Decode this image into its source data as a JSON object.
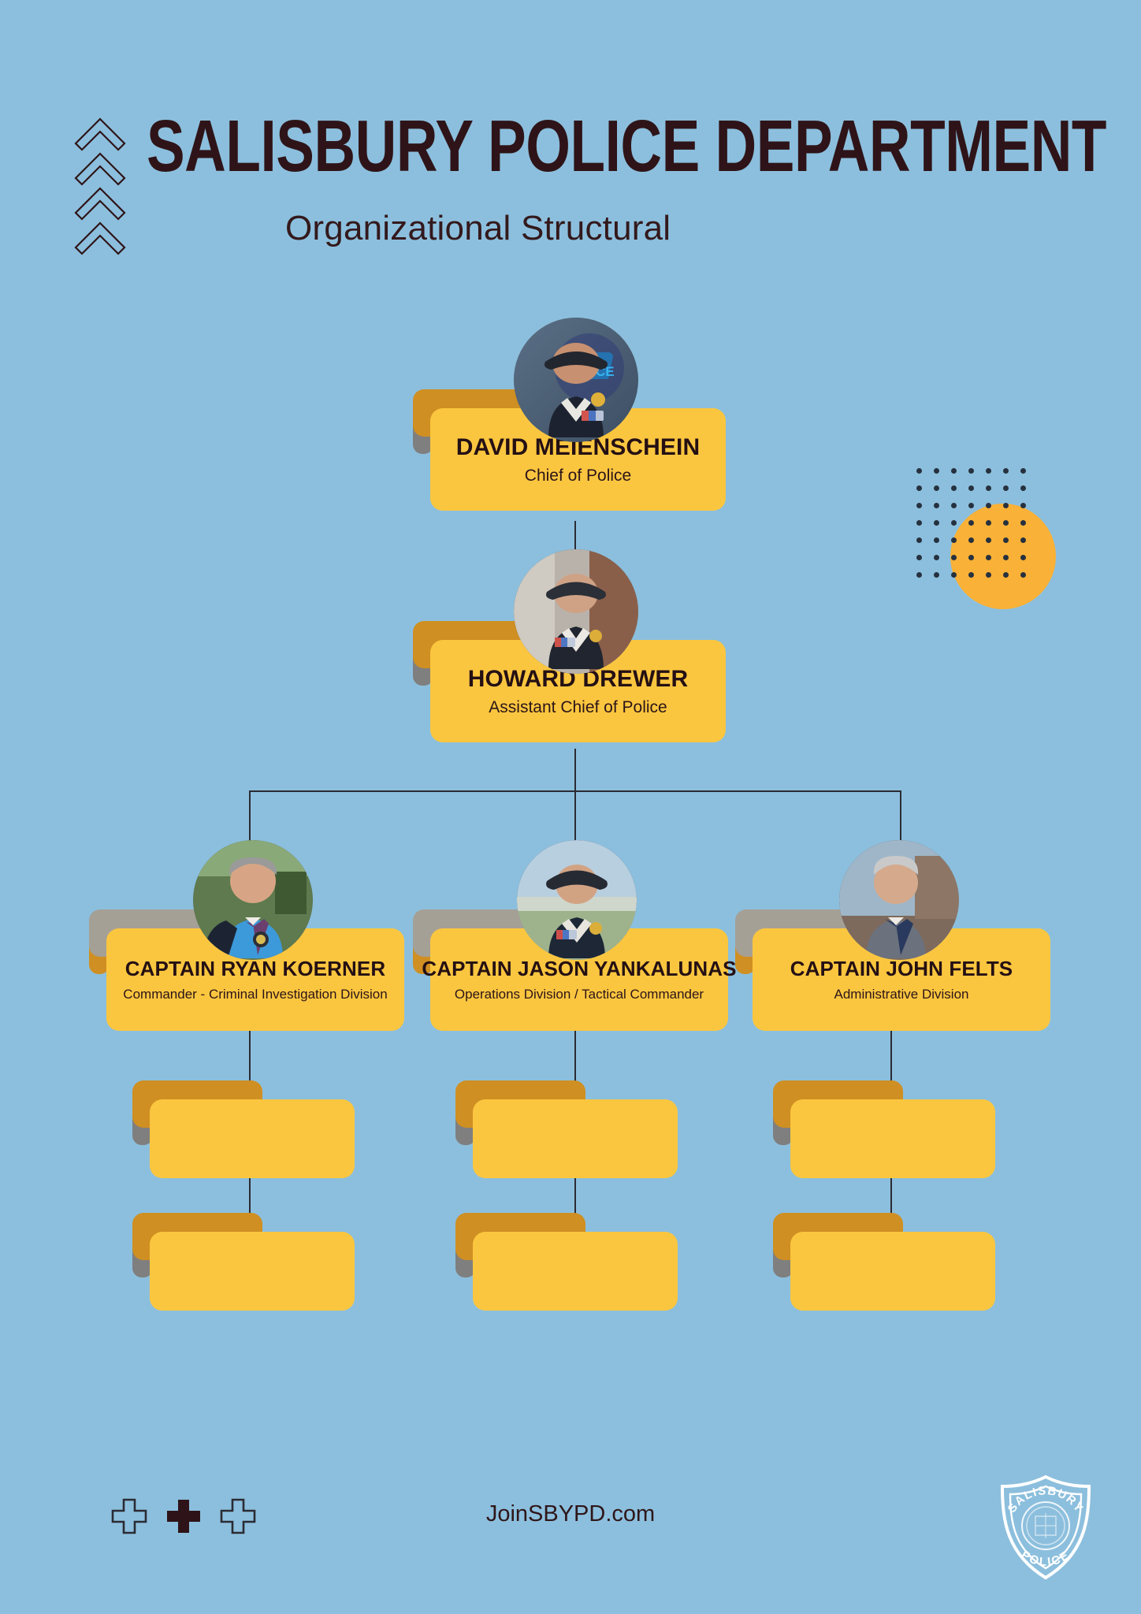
{
  "theme": {
    "background": "#8cbfdd",
    "card_fill": "#fbc63f",
    "tab_orange": "#cf8f22",
    "tab_gray": "#a5a096",
    "accent_circle": "#f9b137",
    "ink": "#2e1418",
    "dot": "#26313f"
  },
  "header": {
    "title": "SALISBURY POLICE DEPARTMENT",
    "subtitle": "Organizational Structural",
    "chevron_icon": "chevron-up-outline-icon",
    "chevron_count": 4
  },
  "decor": {
    "dot_grid_icon": "dot-grid-icon",
    "dot_rows": 7,
    "dot_cols": 7,
    "circle_icon": "orange-circle-icon"
  },
  "chart_data": {
    "type": "diagram",
    "subtype": "org-chart",
    "title": "SALISBURY POLICE DEPARTMENT Organizational Structural",
    "levels": 4,
    "nodes": [
      {
        "id": "chief",
        "name": "DAVID MEIENSCHEIN",
        "role": "Chief of Police",
        "level": 1,
        "avatar": "portrait-chief-meienschein",
        "tab": "orange"
      },
      {
        "id": "asst_chief",
        "name": "HOWARD DREWER",
        "role": "Assistant Chief of Police",
        "level": 2,
        "avatar": "portrait-asst-chief-drewer",
        "tab": "orange"
      },
      {
        "id": "cap_koerner",
        "name": "CAPTAIN RYAN KOERNER",
        "role": "Commander - Criminal Investigation Division",
        "level": 3,
        "avatar": "portrait-captain-koerner",
        "tab": "gray"
      },
      {
        "id": "cap_yankalunas",
        "name": "CAPTAIN JASON YANKALUNAS",
        "role": "Operations Division / Tactical Commander",
        "level": 3,
        "avatar": "portrait-captain-yankalunas",
        "tab": "gray"
      },
      {
        "id": "cap_felts",
        "name": "CAPTAIN JOHN FELTS",
        "role": "Administrative Division",
        "level": 3,
        "avatar": "portrait-captain-felts",
        "tab": "gray"
      }
    ],
    "placeholder_nodes": [
      {
        "id": "ph_1_a",
        "parent": "cap_koerner",
        "name": "",
        "role": "",
        "level": 4
      },
      {
        "id": "ph_1_b",
        "parent": "cap_koerner",
        "name": "",
        "role": "",
        "level": 5
      },
      {
        "id": "ph_2_a",
        "parent": "cap_yankalunas",
        "name": "",
        "role": "",
        "level": 4
      },
      {
        "id": "ph_2_b",
        "parent": "cap_yankalunas",
        "name": "",
        "role": "",
        "level": 5
      },
      {
        "id": "ph_3_a",
        "parent": "cap_felts",
        "name": "",
        "role": "",
        "level": 4
      },
      {
        "id": "ph_3_b",
        "parent": "cap_felts",
        "name": "",
        "role": "",
        "level": 5
      }
    ],
    "edges": [
      {
        "from": "chief",
        "to": "asst_chief"
      },
      {
        "from": "asst_chief",
        "to": "cap_koerner"
      },
      {
        "from": "asst_chief",
        "to": "cap_yankalunas"
      },
      {
        "from": "asst_chief",
        "to": "cap_felts"
      },
      {
        "from": "cap_koerner",
        "to": "ph_1_a"
      },
      {
        "from": "ph_1_a",
        "to": "ph_1_b"
      },
      {
        "from": "cap_yankalunas",
        "to": "ph_2_a"
      },
      {
        "from": "ph_2_a",
        "to": "ph_2_b"
      },
      {
        "from": "cap_felts",
        "to": "ph_3_a"
      },
      {
        "from": "ph_3_a",
        "to": "ph_3_b"
      }
    ]
  },
  "footer": {
    "url": "JoinSBYPD.com",
    "cross_icons": [
      "plus-outline-icon",
      "plus-filled-icon",
      "plus-outline-icon"
    ],
    "badge": {
      "icon": "police-shield-badge-icon",
      "top_text": "SALISBURY",
      "bottom_text": "POLICE"
    }
  }
}
